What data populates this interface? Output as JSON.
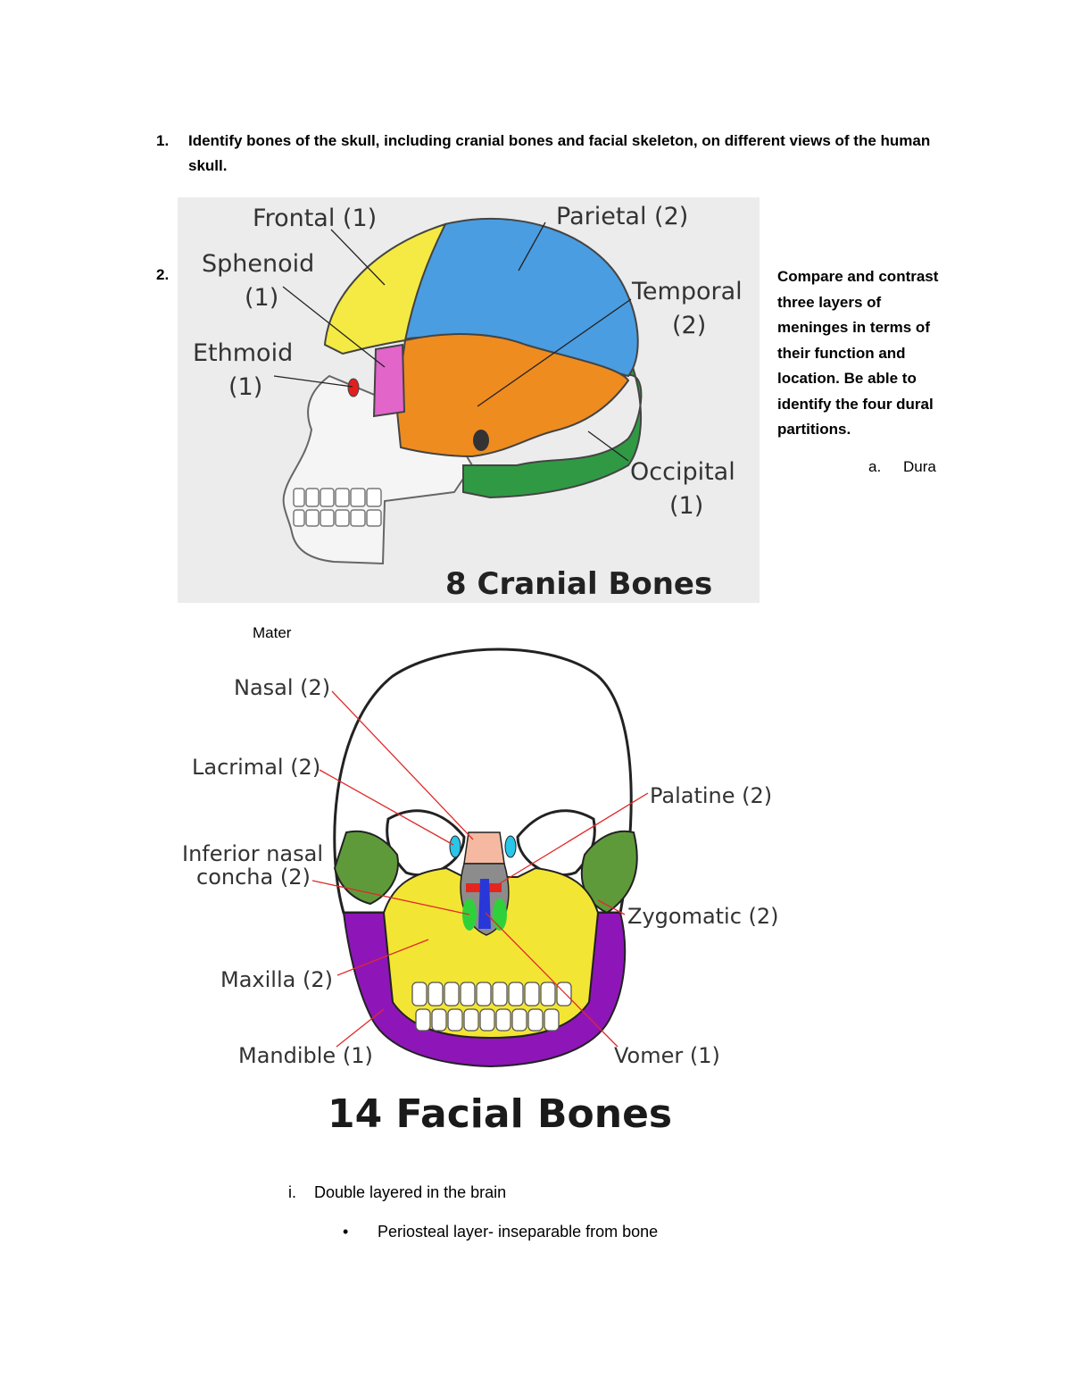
{
  "question1": {
    "number": "1.",
    "text": "Identify bones of the skull, including cranial bones and facial skeleton, on different views of the human skull."
  },
  "question2": {
    "number": "2.",
    "text": "Compare and contrast three layers of meninges in terms of their function and location. Be able to identify the four dural partitions.",
    "sub_a": {
      "label": "a.",
      "text_part1": "Dura",
      "text_part2": "Mater"
    },
    "sub_i": {
      "label": "i.",
      "text": "Double layered in the brain"
    },
    "bullet": {
      "symbol": "•",
      "text": "Periosteal layer- inseparable from bone"
    }
  },
  "cranial_diagram": {
    "title": "8 Cranial Bones",
    "labels": {
      "frontal": [
        "Frontal (1)"
      ],
      "parietal": [
        "Parietal (2)"
      ],
      "sphenoid": [
        "Sphenoid",
        "(1)"
      ],
      "temporal": [
        "Temporal",
        "(2)"
      ],
      "ethmoid": [
        "Ethmoid",
        "(1)"
      ],
      "occipital": [
        "Occipital",
        "(1)"
      ]
    },
    "colors": {
      "frontal": "#f4ea43",
      "parietal": "#4a9de0",
      "temporal": "#ef8c1f",
      "occipital": "#2f9a43",
      "sphenoid": "#e265c9",
      "ethmoid": "#e21e1e",
      "background": "#ececec"
    }
  },
  "facial_diagram": {
    "title": "14 Facial Bones",
    "labels": {
      "nasal": [
        "Nasal (2)"
      ],
      "lacrimal": [
        "Lacrimal (2)"
      ],
      "palatine": [
        "Palatine (2)"
      ],
      "inferior_nasal_concha": [
        "Inferior nasal",
        "concha (2)"
      ],
      "zygomatic": [
        "Zygomatic (2)"
      ],
      "maxilla": [
        "Maxilla (2)"
      ],
      "mandible": [
        "Mandible (1)"
      ],
      "vomer": [
        "Vomer (1)"
      ]
    },
    "colors": {
      "maxilla": "#f3e534",
      "mandible": "#8e16b8",
      "zygomatic": "#5f9a3a",
      "nasal": "#f4b9a0",
      "lacrimal": "#29c6ea",
      "palatine": "#e4261f",
      "concha": "#2fd13a",
      "vomer": "#2837d8",
      "leader": "#e02a2a"
    }
  }
}
